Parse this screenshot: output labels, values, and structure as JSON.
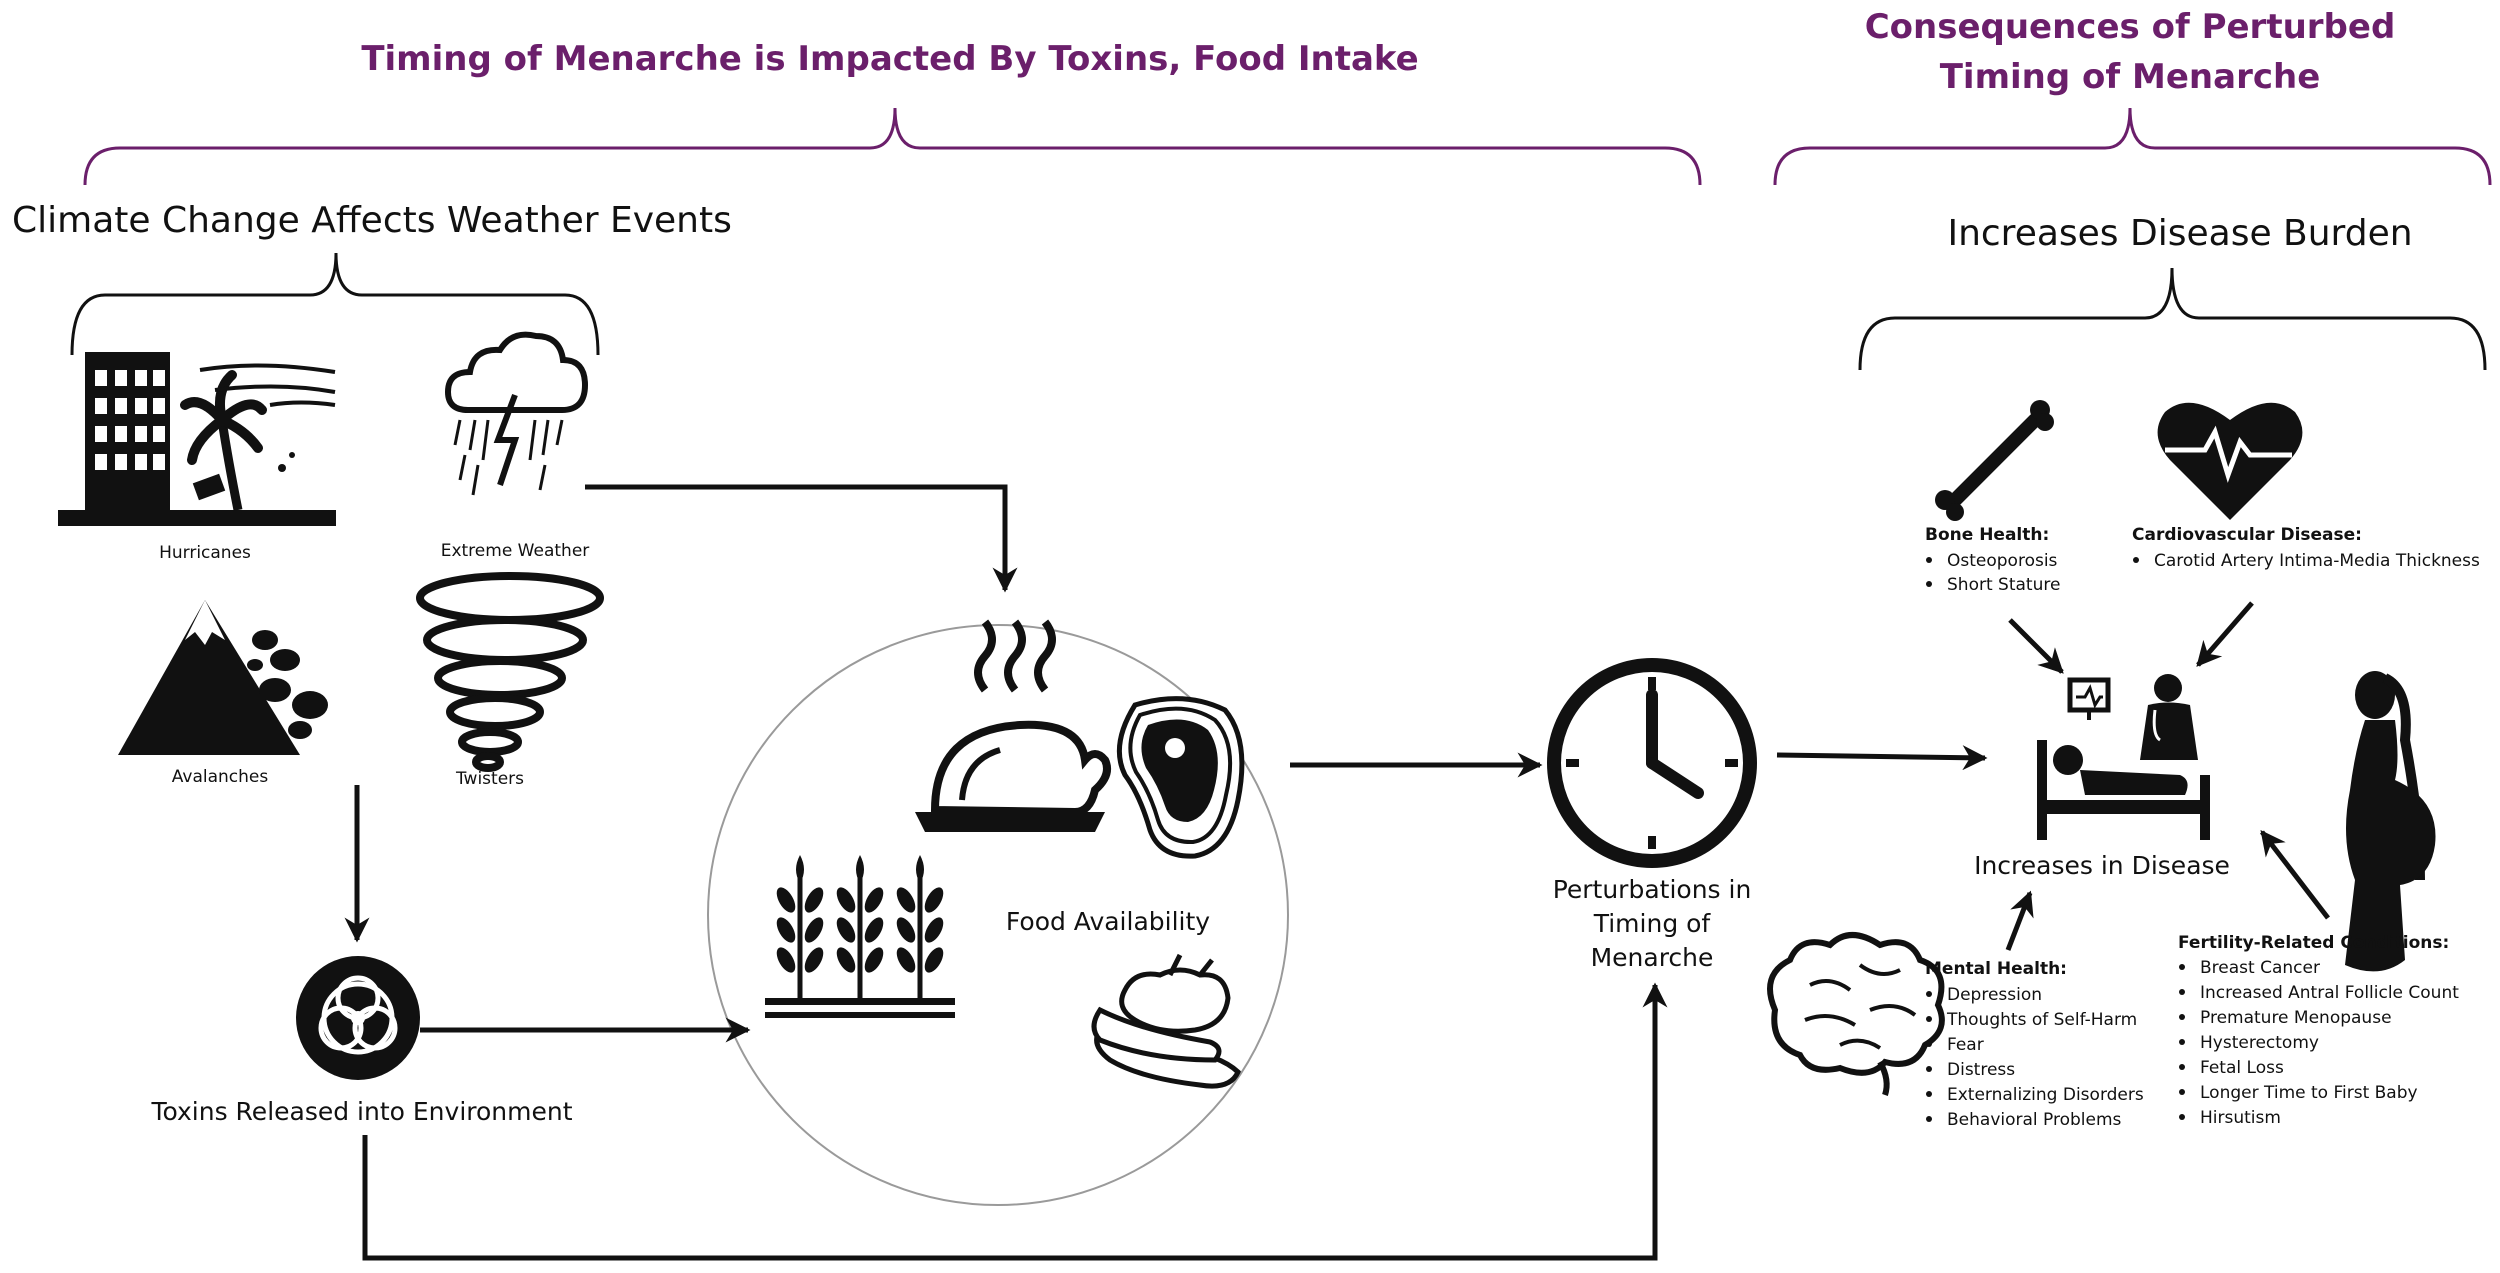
{
  "headings": {
    "left": "Timing of Menarche is Impacted By Toxins, Food Intake",
    "right_line1": "Consequences of Perturbed",
    "right_line2": "Timing of Menarche"
  },
  "climate": {
    "title": "Climate Change Affects Weather Events",
    "hurricanes": "Hurricanes",
    "extreme_weather": "Extreme Weather",
    "avalanches": "Avalanches",
    "twisters": "Twisters"
  },
  "toxins": "Toxins Released into Environment",
  "food": "Food Availability",
  "perturbations": [
    "Perturbations in",
    "Timing of",
    "Menarche"
  ],
  "disease": {
    "title": "Increases Disease Burden",
    "center": "Increases in Disease",
    "bone": {
      "title": "Bone Health:",
      "items": [
        "Osteoporosis",
        "Short Stature"
      ]
    },
    "cardio": {
      "title": "Cardiovascular Disease:",
      "items": [
        "Carotid Artery Intima-Media Thickness"
      ]
    },
    "mental": {
      "title": "Mental Health:",
      "items": [
        "Depression",
        "Thoughts of Self-Harm",
        "Fear",
        "Distress",
        "Externalizing Disorders",
        "Behavioral Problems"
      ]
    },
    "fertility": {
      "title": "Fertility-Related Conditions:",
      "items": [
        "Breast Cancer",
        "Increased Antral Follicle Count",
        "Premature Menopause",
        "Hysterectomy",
        "Fetal Loss",
        "Longer Time to First Baby",
        "Hirsutism"
      ]
    }
  },
  "colors": {
    "heading": "#6b1f6b",
    "ink": "#111111",
    "circle": "#9a9a9a"
  }
}
